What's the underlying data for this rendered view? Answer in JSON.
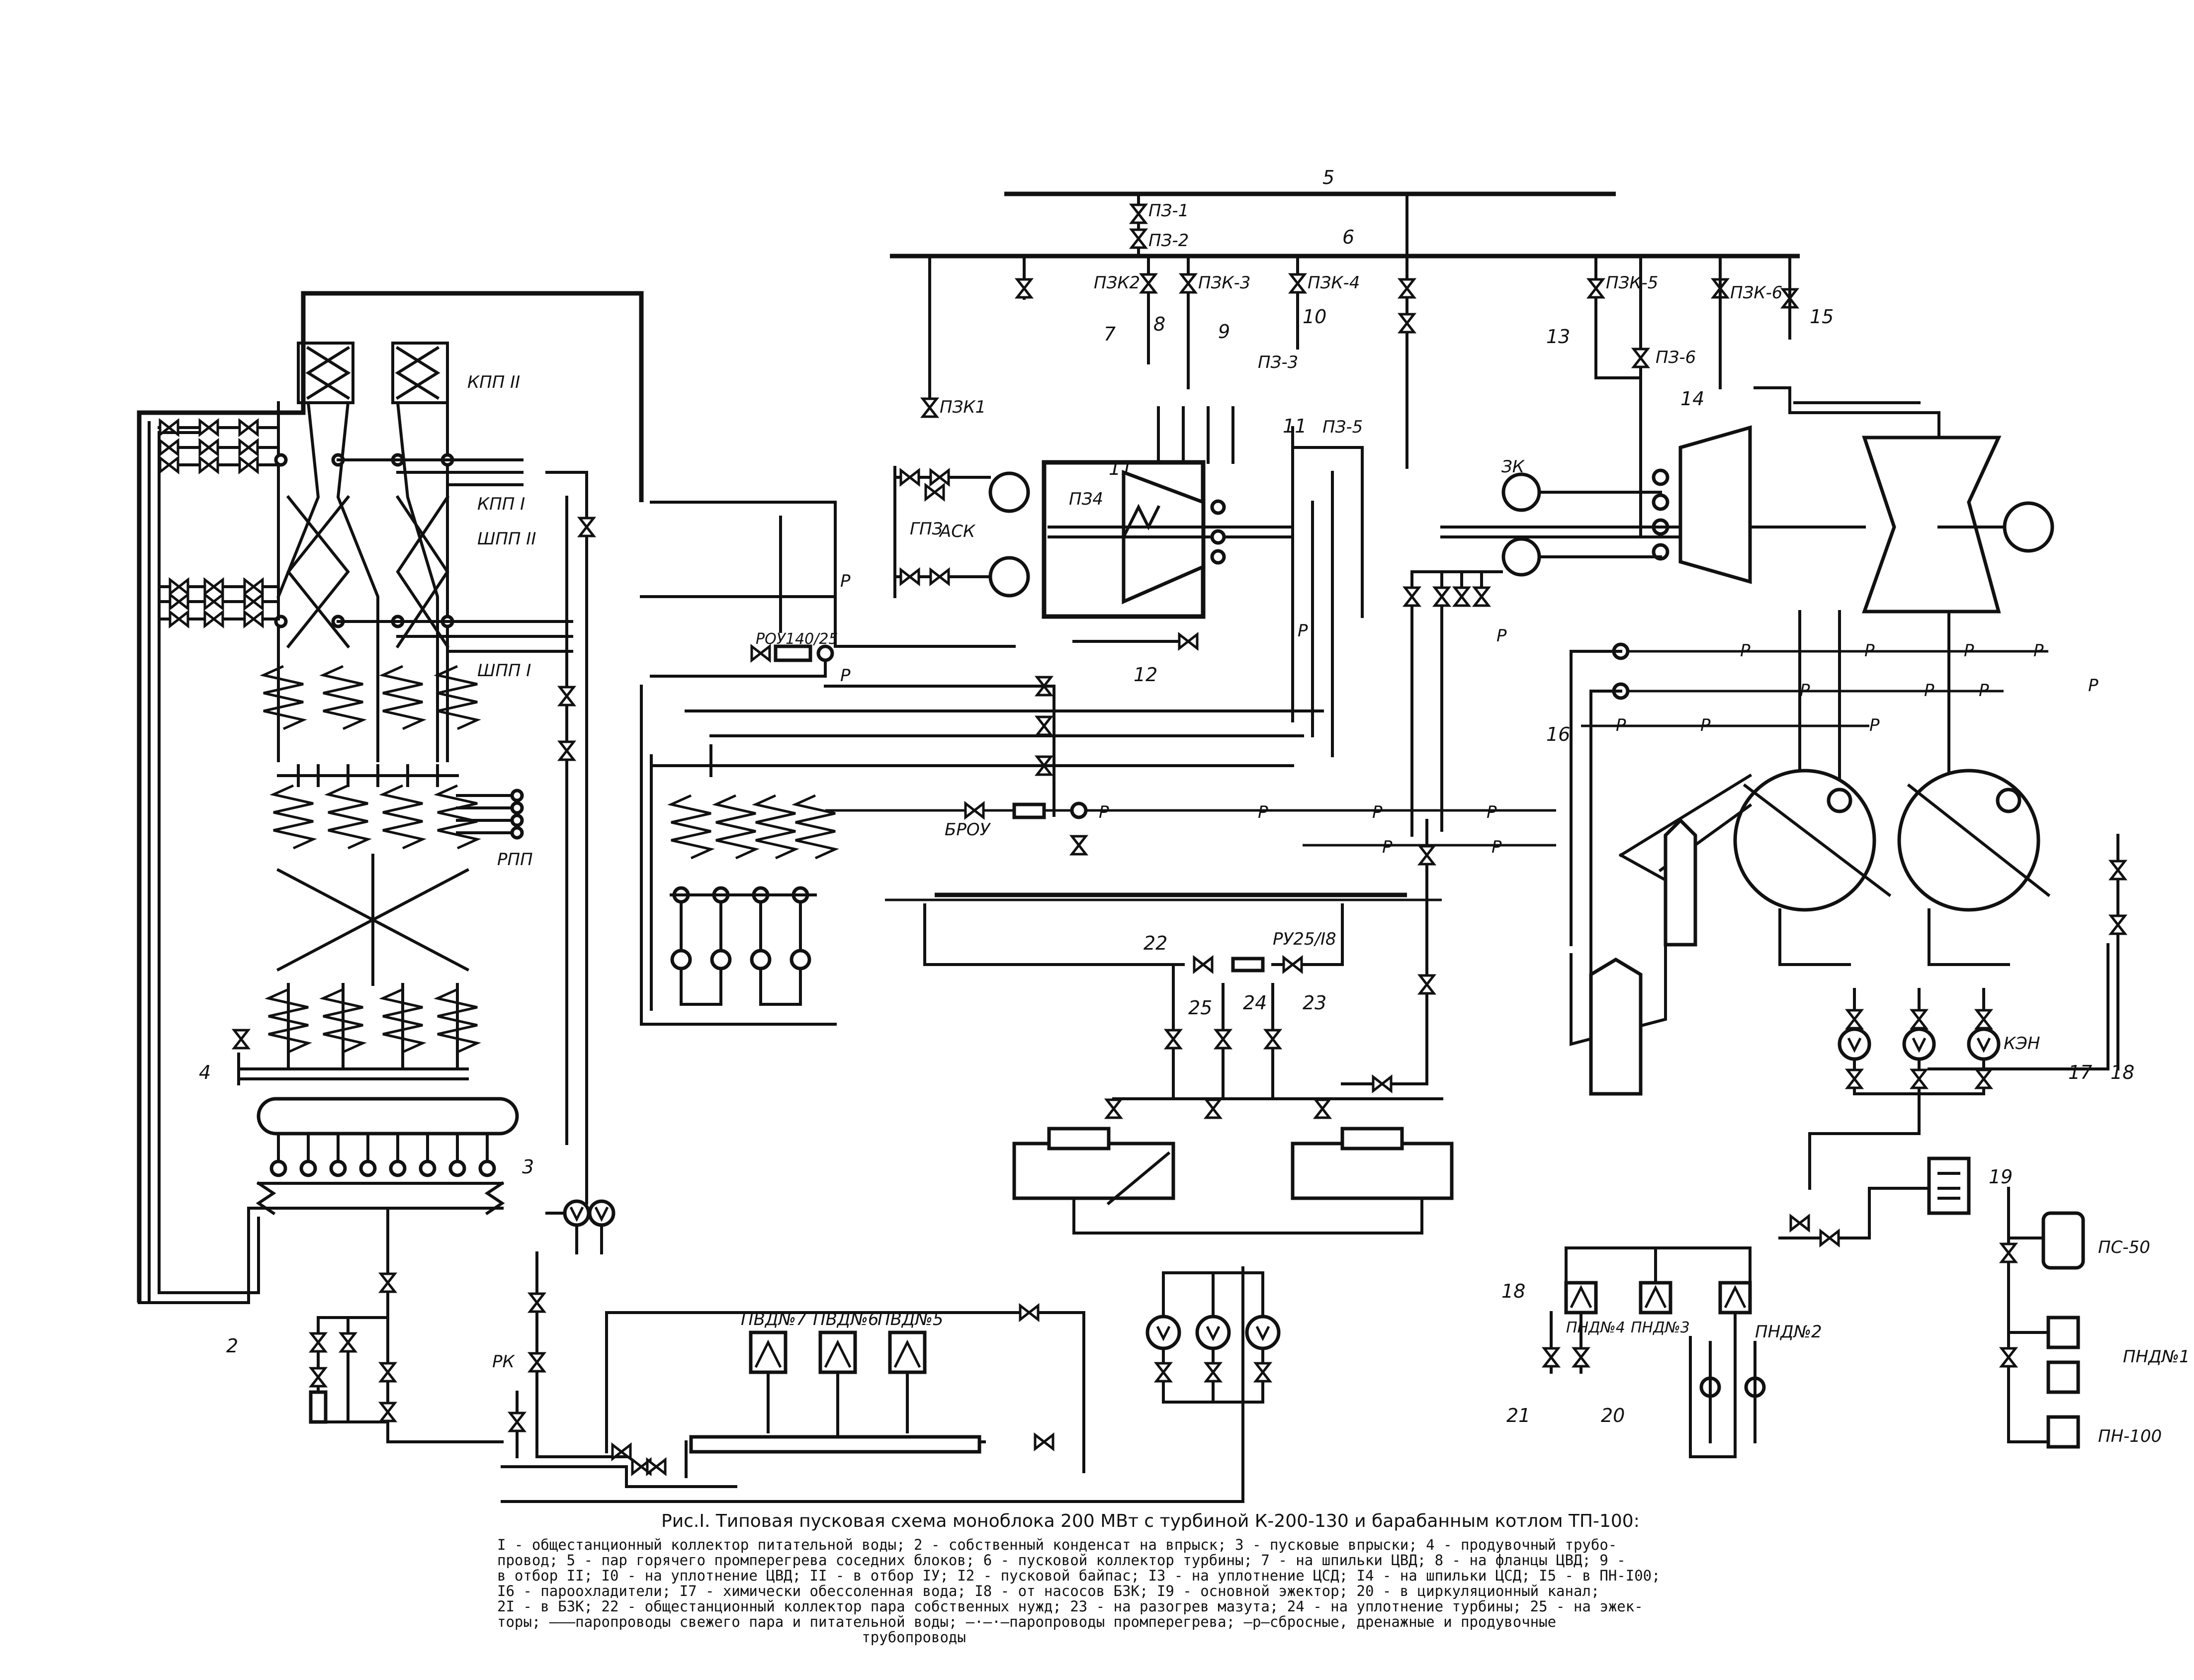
{
  "figure": {
    "caption_title": "Рис.I. Типовая пусковая схема моноблока 200 МВт с турбиной К-200-130 и барабанным котлом ТП-100:",
    "caption_legend": "I - общестанционный коллектор питательной воды; 2 - собственный конденсат на впрыск; 3 - пусковые впрыски; 4 - продувочный трубо-\nпровод; 5 - пар горячего промперегрева соседних блоков; 6 - пусковой коллектор турбины; 7 - на шпильки ЦВД; 8 - на фланцы ЦВД; 9 -\nв отбор II; I0 - на уплотнение ЦВД; II - в отбор IУ; I2 - пусковой байпас; I3 - на уплотнение ЦСД; I4 - на шпильки ЦСД; I5 - в ПН-I00;\nI6 - пароохладители; I7 - химически обессоленная вода; I8 - от насосов БЗК; I9 - основной эжектор; 20 - в циркуляционный канал;\n2I - в БЗК; 22 - общестанционный коллектор пара собственных нужд; 23 - на разогрев мазута; 24 - на уплотнение турбины; 25 - на эжек-\nторы; ———паропроводы свежего пара и питательной воды; —·—·—паропроводы промперегрева; —р—сбросные, дренажные и продувочные\n                                          трубопроводы"
  },
  "labels": {
    "kpp2": "КПП II",
    "kpp1": "КПП I",
    "shpp2": "ШПП II",
    "shpp1": "ШПП I",
    "rpp": "РПП",
    "pz1": "ПЗ-1",
    "pz2": "ПЗ-2",
    "pz3": "ПЗ-3",
    "pz4": "ПЗ4",
    "pz5": "ПЗ-5",
    "pz6": "ПЗ-6",
    "pzk1": "ПЗК1",
    "pzk2": "ПЗК2",
    "pzk3": "ПЗК-3",
    "pzk4": "ПЗК-4",
    "pzk5": "ПЗК-5",
    "pzk6": "ПЗК-6",
    "gpz": "ГПЗ",
    "ask": "АСК",
    "zk": "ЗК",
    "rou": "РОУ140/25",
    "brou": "БРОУ",
    "ru": "РУ25/I8",
    "rk": "РК",
    "ken": "КЭН",
    "pvd7": "ПВД№7",
    "pvd6": "ПВД№6",
    "pvd5": "ПВД№5",
    "pnd4": "ПНД№4",
    "pnd3": "ПНД№3",
    "pnd2": "ПНД№2",
    "pnd1": "ПНД№1",
    "ps50": "ПС-50",
    "pn100": "ПН-100",
    "p": "Р"
  },
  "numbers": {
    "n2": "2",
    "n3": "3",
    "n4": "4",
    "n5": "5",
    "n6": "6",
    "n7": "7",
    "n8": "8",
    "n9": "9",
    "n10": "10",
    "n11": "11",
    "n12": "12",
    "n13": "13",
    "n14": "14",
    "n15": "15",
    "n16": "16",
    "n17": "17",
    "n18": "18",
    "n19": "19",
    "n20": "20",
    "n21": "21",
    "n22": "22",
    "n23": "23",
    "n24": "24",
    "n25": "25"
  }
}
